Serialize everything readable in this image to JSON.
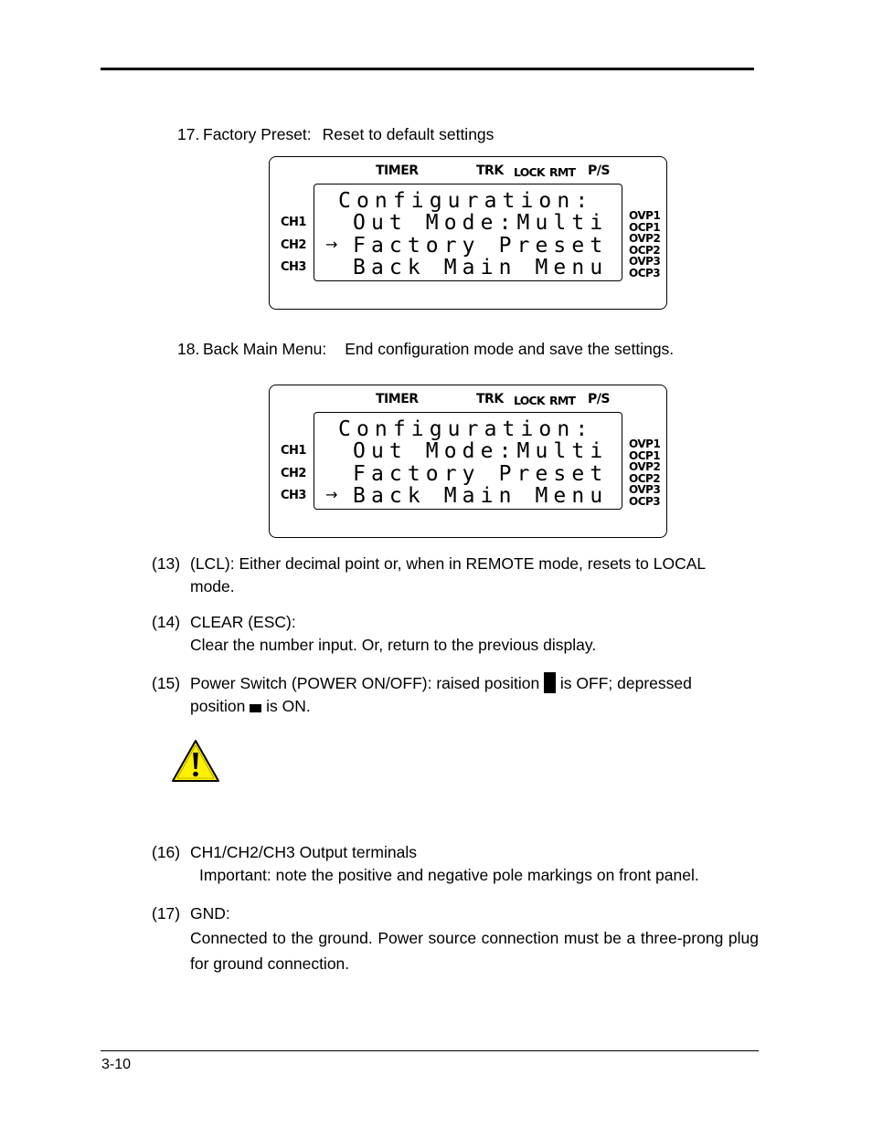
{
  "page_number": "3-10",
  "steps": [
    {
      "num": "17.",
      "title": "Factory Preset:",
      "desc": "Reset to default settings",
      "arrow_row": 2
    },
    {
      "num": "18.",
      "title": "Back Main Menu:",
      "desc": "End configuration mode and save the settings.",
      "arrow_row": 3
    }
  ],
  "lcd": {
    "top_labels": {
      "timer": "TIMER",
      "trk": "TRK",
      "lock": "LOCK",
      "rmt": "RMT",
      "ps": "P/S"
    },
    "channels": [
      "CH1",
      "CH2",
      "CH3"
    ],
    "protections": [
      "OVP1",
      "OCP1",
      "OVP2",
      "OCP2",
      "OVP3",
      "OCP3"
    ],
    "lines": [
      "Configuration:",
      "Out Mode:Multi",
      "Factory Preset",
      "Back Main Menu"
    ],
    "arrow": "→"
  },
  "items": {
    "i13": {
      "num": "(13)",
      "text": "(LCL): Either decimal point or, when in REMOTE mode, resets to LOCAL mode."
    },
    "i14": {
      "num": "(14)",
      "line1": "CLEAR (ESC):",
      "line2": "Clear the number input. Or, return to the previous display."
    },
    "i15": {
      "num": "(15)",
      "p1": "Power Switch (POWER ON/OFF): raised position",
      "p2": "is OFF; depressed",
      "p3": "position",
      "p4": "is ON."
    },
    "i16": {
      "num": "(16)",
      "line1": "CH1/CH2/CH3 Output terminals",
      "line2": "Important: note the positive and negative pole markings on front panel."
    },
    "i17": {
      "num": "(17)",
      "line1": "GND:",
      "line2": "Connected to the ground.  Power source connection must be a three-prong plug for ground connection."
    }
  },
  "icons": {
    "warning": "warning-triangle-icon",
    "warning_color": "#FFF200"
  }
}
